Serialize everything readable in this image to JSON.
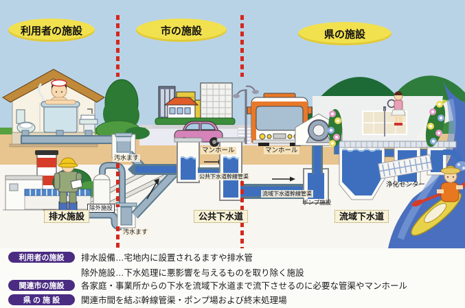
{
  "zones": {
    "user": "利用者の施設",
    "city": "市の施設",
    "prefecture": "県の施設"
  },
  "annotations": {
    "sewage_basin_house": "汚水ます",
    "sewage_basin_factory": "汚水ます",
    "manhole_left": "マンホール",
    "manhole_right": "マンホール",
    "public_sewer_trunk": "公共下水道幹線管渠",
    "basin_sewer_trunk": "流域下水道幹線管渠",
    "pump_facility": "ポンプ施設",
    "pretreatment_facility": "除外施設",
    "drainage_facility": "排水施設",
    "public_sewerage": "公共下水道",
    "basin_sewerage": "流域下水道",
    "purification_center": "浄化センター"
  },
  "legend": {
    "rows": [
      {
        "badge": "利用者の施設",
        "text": "排水設備…宅地内に設置されるますや排水管"
      },
      {
        "badge": "",
        "text": "除外施設…下水処理に悪影響を与えるものを取り除く施設"
      },
      {
        "badge": "関連市の施設",
        "text": "各家庭・事業所からの下水を流域下水道まで流下させるのに必要な管渠やマンホール"
      },
      {
        "badge": "県 の 施 設",
        "text": "関連市間を結ぶ幹線管渠・ポンプ場および終末処理場"
      }
    ]
  },
  "colors": {
    "sky": "#b9d3e6",
    "soil": "#e8c48e",
    "pipe_water": "#3d6fbe",
    "pipe_casing": "#9db2c2",
    "river": "#4a6fbe",
    "zone_label_bg": "#f2e14e",
    "divider_red": "#d4281e",
    "legend_badge_bg": "#4a2c82",
    "label_box_bg": "#f8f2d8",
    "hill_dark": "#1e6a36",
    "hill_light": "#c6d04a"
  }
}
